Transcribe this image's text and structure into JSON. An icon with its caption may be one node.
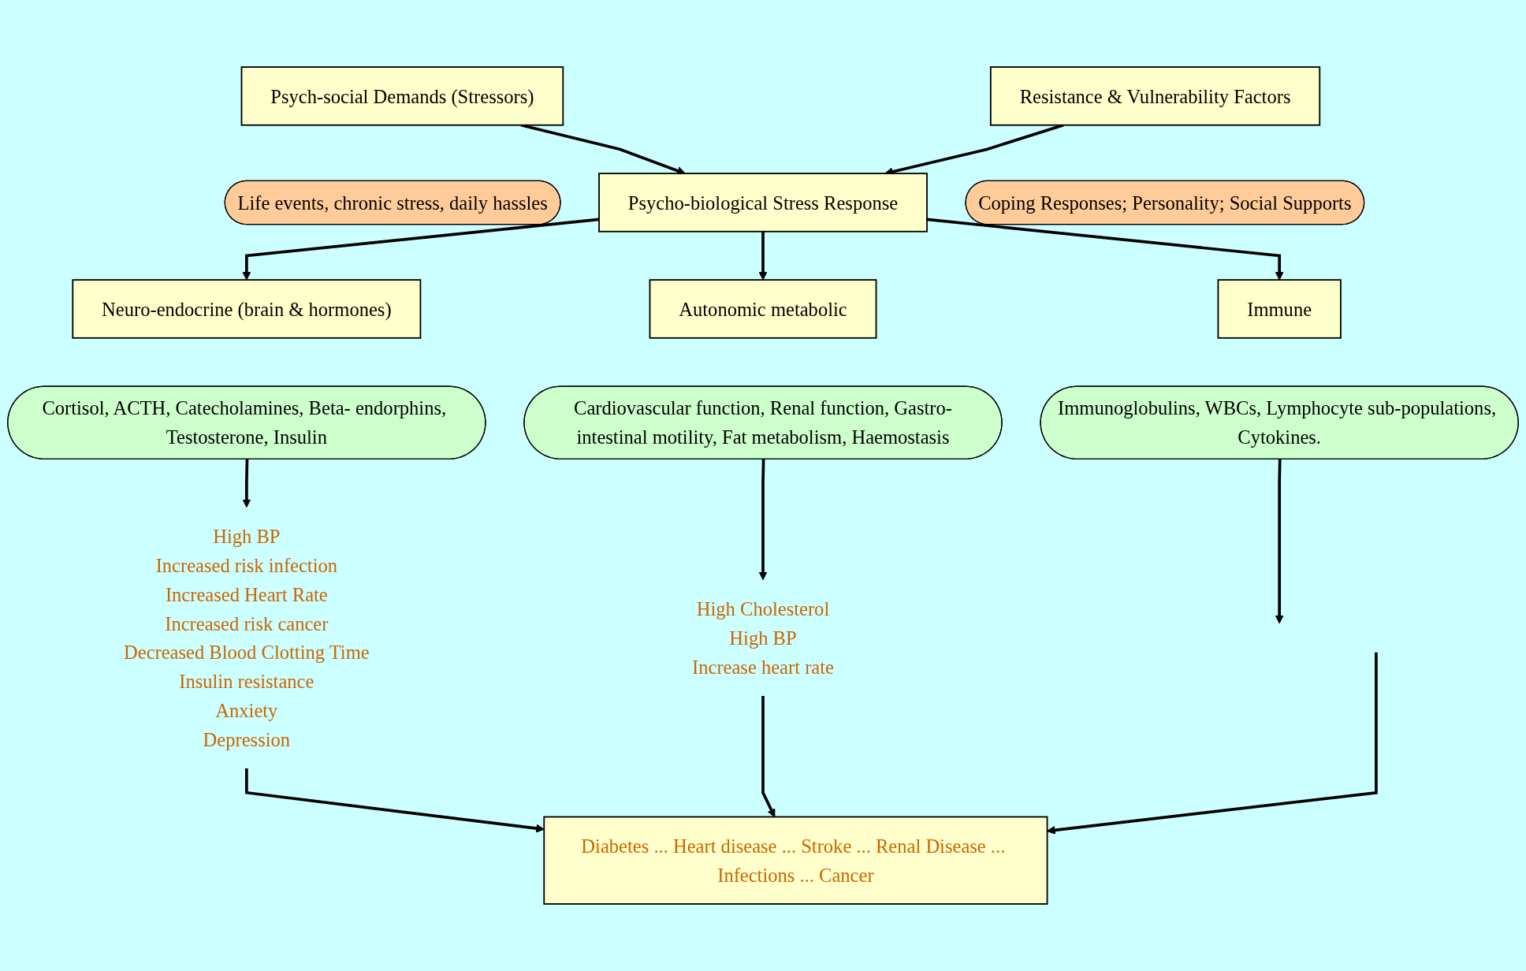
{
  "diagram": {
    "nodes": [
      {
        "text": [
          "Psych-social Demands (Stressors)"
        ]
      },
      {
        "text": [
          "Resistance & Vulnerability Factors"
        ]
      },
      {
        "text": [
          "Life events, chronic stress, daily hassles"
        ]
      },
      {
        "text": [
          "Coping Responses; Personality; Social Supports"
        ]
      },
      {
        "text": [
          "Psycho-biological Stress Response"
        ]
      },
      {
        "text": [
          "Neuro-endocrine (brain & hormones)"
        ]
      },
      {
        "text": [
          "Autonomic metabolic"
        ]
      },
      {
        "text": [
          "Immune"
        ]
      },
      {
        "text": [
          "Cortisol, ACTH, Catecholamines, Beta- endorphins, Testosterone, Insulin"
        ]
      },
      {
        "text": [
          "Cardiovascular function, Renal function, Gastro-intestinal motility, Fat metabolism, Haemostasis"
        ]
      },
      {
        "text": [
          "Immunoglobulins, WBCs, Lymphocyte sub-populations, Cytokines."
        ]
      },
      {
        "text": [
          "High BP",
          "Increased risk infection",
          "Increased Heart Rate",
          "Increased risk cancer",
          "Decreased Blood Clotting Time",
          "Insulin resistance",
          "Anxiety",
          "Depression"
        ]
      },
      {
        "text": [
          "High Cholesterol",
          "High BP",
          "Increase heart rate"
        ]
      },
      {
        "text": [
          "Diabetes ... Heart disease ... Stroke ... Renal Disease ... Infections ... Cancer"
        ]
      }
    ],
    "edges": [
      {
        "from": 0,
        "to": 4,
        "arrow": "to"
      },
      {
        "from": 1,
        "to": 4,
        "arrow": "to"
      },
      {
        "from": 4,
        "to": 5,
        "arrow": "to"
      },
      {
        "from": 4,
        "to": 6,
        "arrow": "to"
      },
      {
        "from": 4,
        "to": 7,
        "arrow": "to"
      },
      {
        "from": 8,
        "to": 11,
        "arrow": "to"
      },
      {
        "from": 9,
        "to": 12,
        "arrow": "to"
      },
      {
        "from": 10,
        "to": null,
        "arrow": "to"
      },
      {
        "from": 11,
        "to": 13,
        "arrow": "to"
      },
      {
        "from": 12,
        "to": 13,
        "arrow": "to"
      },
      {
        "from": null,
        "to": 13,
        "arrow": "to"
      }
    ]
  }
}
